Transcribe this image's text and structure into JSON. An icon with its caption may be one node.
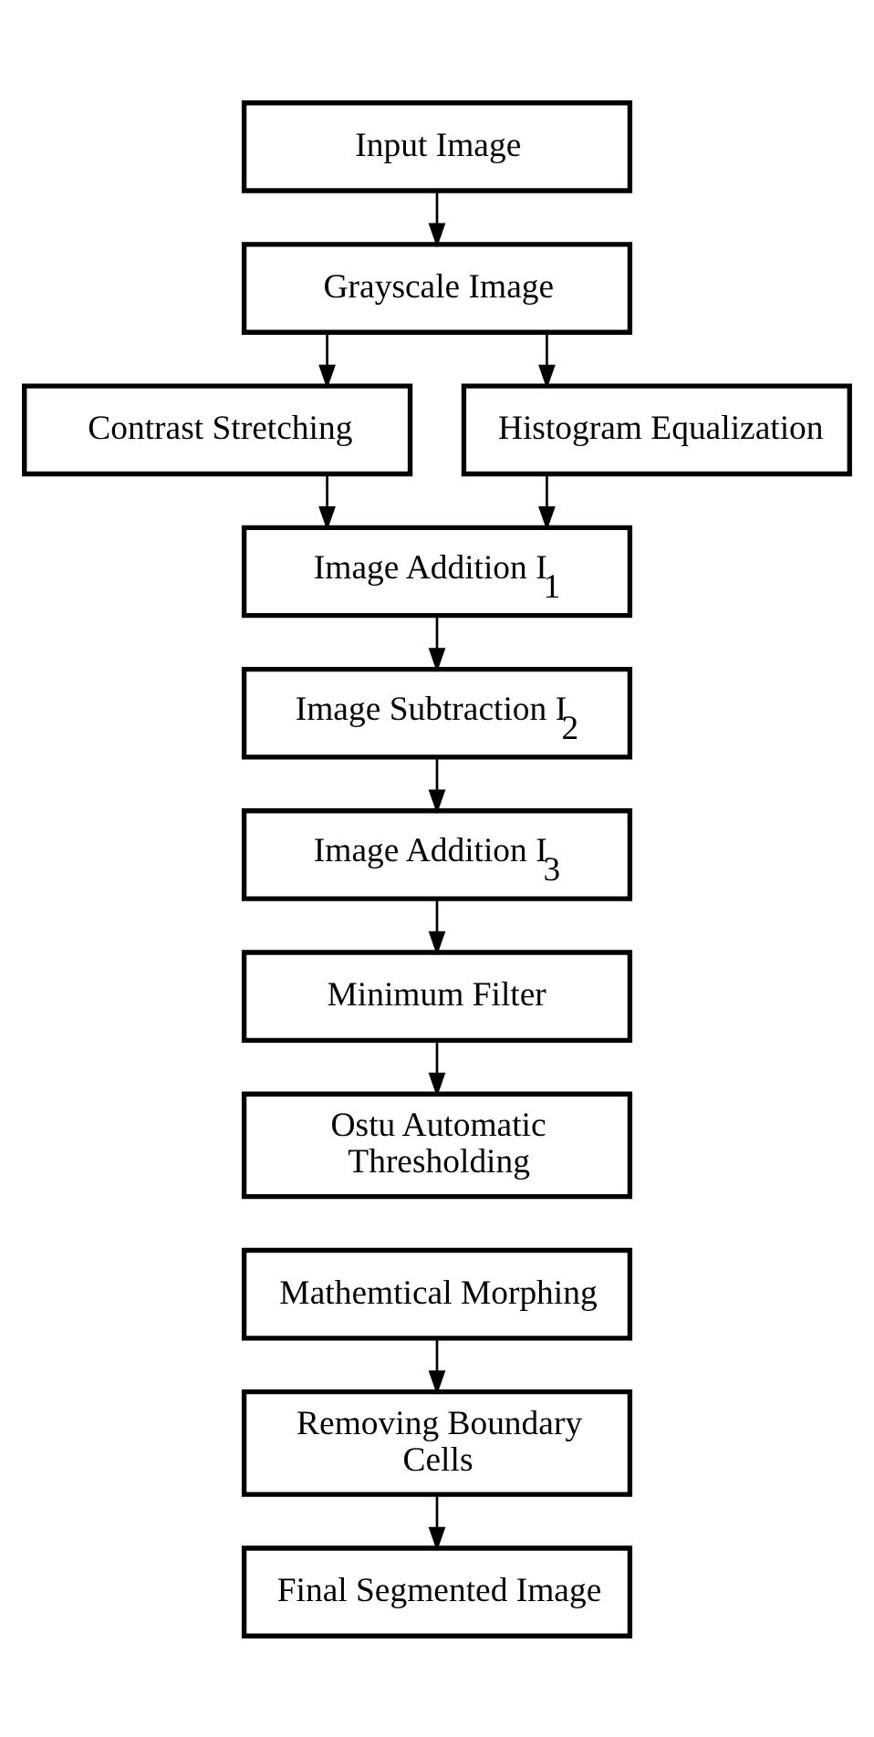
{
  "diagram": {
    "nodes": [
      {
        "text": [
          "Input Image"
        ]
      },
      {
        "text": [
          "Grayscale Image"
        ]
      },
      {
        "text": [
          "Contrast Stretching"
        ]
      },
      {
        "text": [
          "Histogram Equalization"
        ]
      },
      {
        "text": [
          "Image Addition I$_{1}$"
        ]
      },
      {
        "text": [
          "Image Subtraction I$_{2}$"
        ]
      },
      {
        "text": [
          "Image Addition I$_{3}$"
        ]
      },
      {
        "text": [
          "Minimum Filter"
        ]
      },
      {
        "text": [
          "Ostu Automatic Thresholding"
        ]
      },
      {
        "text": [
          "Mathemtical Morphing"
        ]
      },
      {
        "text": [
          "Removing Boundary Cells"
        ]
      },
      {
        "text": [
          "Final Segmented Image"
        ]
      }
    ],
    "edges": [
      {
        "from": 0,
        "to": 1,
        "arrow": "to"
      },
      {
        "from": 1,
        "to": 2,
        "arrow": "to"
      },
      {
        "from": 1,
        "to": 3,
        "arrow": "to"
      },
      {
        "from": 2,
        "to": 4,
        "arrow": "to"
      },
      {
        "from": 3,
        "to": 4,
        "arrow": "to"
      },
      {
        "from": 4,
        "to": 5,
        "arrow": "to"
      },
      {
        "from": 5,
        "to": 6,
        "arrow": "to"
      },
      {
        "from": 6,
        "to": 7,
        "arrow": "to"
      },
      {
        "from": 7,
        "to": 8,
        "arrow": "to"
      },
      {
        "from": 9,
        "to": 10,
        "arrow": "to"
      },
      {
        "from": 10,
        "to": 11,
        "arrow": "to"
      }
    ]
  }
}
